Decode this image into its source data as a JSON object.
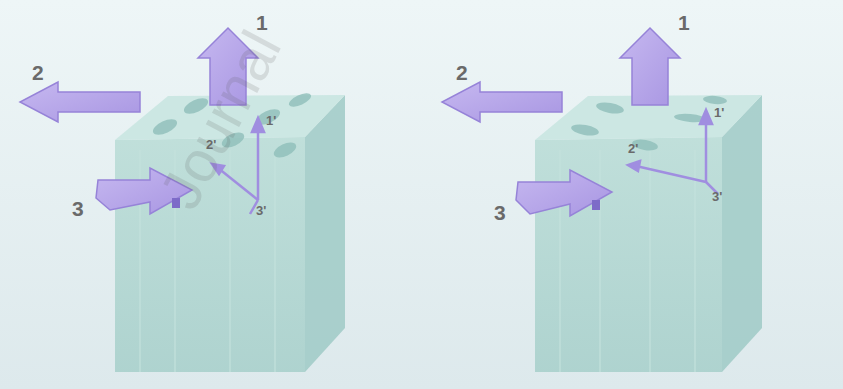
{
  "diagram": {
    "labels": [
      "1",
      "2",
      "3",
      "1'",
      "2'",
      "3'",
      "1",
      "2",
      "3",
      "1'",
      "2'",
      "3'",
      "Journal"
    ]
  }
}
